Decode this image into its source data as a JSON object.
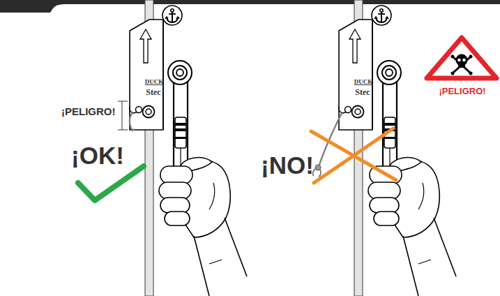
{
  "diagram": {
    "nodes": [
      {
        "text": [
          "DUCK",
          "Stec"
        ]
      },
      {
        "text": [
          "DUCK",
          "Stec"
        ]
      },
      {
        "text": [
          "¡PELIGRO!"
        ]
      }
    ],
    "labels": [
      "¡PELIGRO!",
      "¡OK!",
      "¡NO!"
    ]
  }
}
